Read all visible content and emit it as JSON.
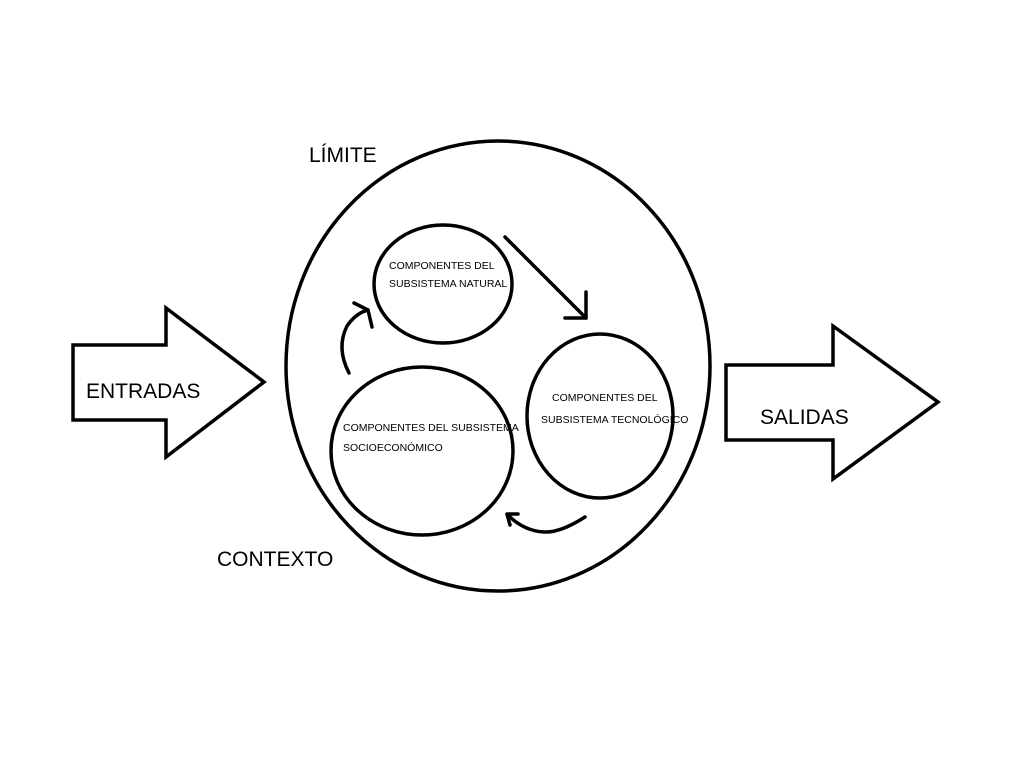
{
  "labels": {
    "limite": "LÍMITE",
    "contexto": "CONTEXTO",
    "entradas": "ENTRADAS",
    "salidas": "SALIDAS"
  },
  "subsystems": {
    "natural": {
      "line1": "COMPONENTES DEL",
      "line2": "SUBSISTEMA NATURAL"
    },
    "tecnologico": {
      "line1": "COMPONENTES DEL",
      "line2": "SUBSISTEMA TECNOLÓGICO"
    },
    "socioeconomico": {
      "line1": "COMPONENTES DEL SUBSISTEMA",
      "line2": "SOCIOECONÓMICO"
    }
  }
}
